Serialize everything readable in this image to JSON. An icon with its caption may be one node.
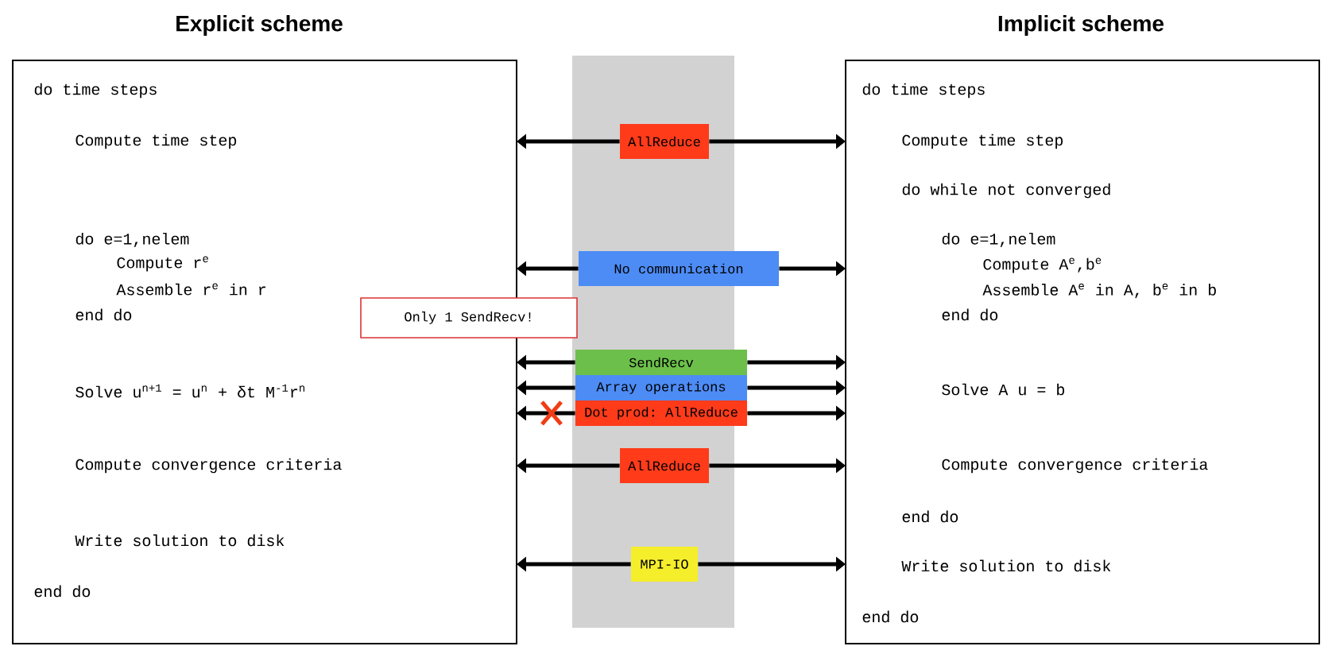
{
  "diagram": {
    "nodes": [
      {
        "text": [
          "Explicit scheme",
          "do time steps",
          "Compute time step",
          "do e=1,nelem",
          "Compute  r$^{e}$",
          "Assemble r$^{e}$ in r",
          "end do",
          "Solve  u$^{n+1}$ = u$^{n}$ + δt M$^{-1}$r$^{n}$",
          "Compute convergence criteria",
          "Write solution to disk",
          "end do"
        ]
      },
      {
        "text": [
          "Implicit scheme",
          "do time steps",
          "Compute time step",
          "do while not converged",
          "do e=1,nelem",
          "Compute  A$^{e}$,b$^{e}$",
          "Assemble A$^{e}$ in A, b$^{e}$ in b",
          "end do",
          "Solve  A u = b",
          "Compute convergence criteria",
          "end do",
          "Write solution to disk",
          "end do"
        ]
      },
      {
        "text": [
          "AllReduce"
        ]
      },
      {
        "text": [
          "No communication"
        ]
      },
      {
        "text": [
          "SendRecv"
        ]
      },
      {
        "text": [
          "Array operations"
        ]
      },
      {
        "text": [
          "Dot prod: AllReduce"
        ]
      },
      {
        "text": [
          "AllReduce"
        ]
      },
      {
        "text": [
          "MPI-IO"
        ]
      },
      {
        "text": [
          "Only 1 SendRecv!"
        ]
      }
    ],
    "edges": [
      {
        "from": 2,
        "to": 0,
        "arrow": "to"
      },
      {
        "from": 2,
        "to": 1,
        "arrow": "to"
      },
      {
        "from": 3,
        "to": 0,
        "arrow": "to"
      },
      {
        "from": 3,
        "to": 1,
        "arrow": "to"
      },
      {
        "from": 4,
        "to": 0,
        "arrow": "to"
      },
      {
        "from": 4,
        "to": 1,
        "arrow": "to"
      },
      {
        "from": 5,
        "to": 0,
        "arrow": "to"
      },
      {
        "from": 5,
        "to": 1,
        "arrow": "to"
      },
      {
        "from": 6,
        "to": 0,
        "arrow": "to"
      },
      {
        "from": 6,
        "to": 1,
        "arrow": "to"
      },
      {
        "from": 7,
        "to": 0,
        "arrow": "to"
      },
      {
        "from": 7,
        "to": 1,
        "arrow": "to"
      },
      {
        "from": 8,
        "to": 0,
        "arrow": "to"
      },
      {
        "from": 8,
        "to": 1,
        "arrow": "to"
      }
    ]
  }
}
